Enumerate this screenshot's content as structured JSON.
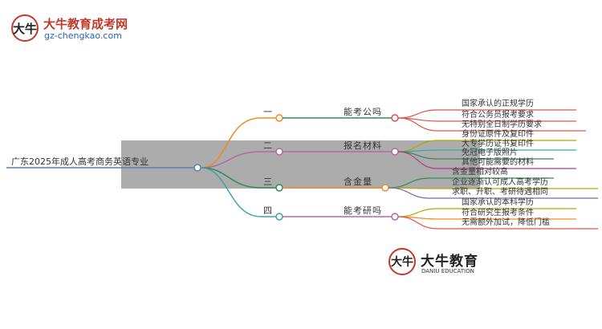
{
  "brand": {
    "logo_glyph": "大牛",
    "name": "大牛教育成考网",
    "url": "gz-chengkao.com",
    "bottom_name": "大牛教育",
    "bottom_en": "DANIU EDUCATION"
  },
  "mindmap": {
    "root": "广东2025年成人高考商务英语专业",
    "branches": [
      {
        "number": "一",
        "label": "能考公吗",
        "color": "#f08c1e",
        "leaves": [
          "国家承认的正规学历",
          "符合公务员报考要求",
          "无特别全日制学历要求"
        ]
      },
      {
        "number": "二",
        "label": "报名材料",
        "color": "#b06aa0",
        "leaves": [
          "身份证原件及复印件",
          "大专学历证书复印件",
          "免冠电子版照片",
          "其他可能需要的材料"
        ]
      },
      {
        "number": "三",
        "label": "含金量",
        "color": "#2e8b57",
        "leaves": [
          "含金量相对较高",
          "企业逐渐认可成人高考学历",
          "求职、升职、考研待遇相同"
        ]
      },
      {
        "number": "四",
        "label": "能考研吗",
        "color": "#3aa6a6",
        "leaves": [
          "国家承认的本科学历",
          "符合研究生报考条件",
          "无需额外加试，降低门槛"
        ]
      }
    ]
  },
  "colors": {
    "root_line": "#5b7fb8",
    "leaf_b1": "#d9534f",
    "leaf_b2": "#b03a8a",
    "leaf_b3": "#d9534f",
    "leaf_b4": "#f08c1e",
    "band": "#9d9d9d"
  }
}
